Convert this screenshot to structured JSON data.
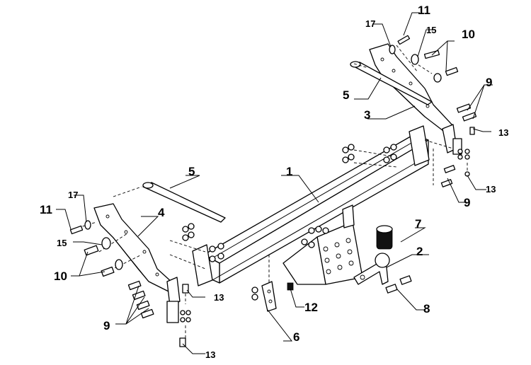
{
  "labels": {
    "p1": "1",
    "p2": "2",
    "p3": "3",
    "p4": "4",
    "p5": "5",
    "p6": "6",
    "p7": "7",
    "p8": "8",
    "p9": "9",
    "p10": "10",
    "p11": "11",
    "p12": "12",
    "p13": "13",
    "p15": "15",
    "p17": "17"
  }
}
